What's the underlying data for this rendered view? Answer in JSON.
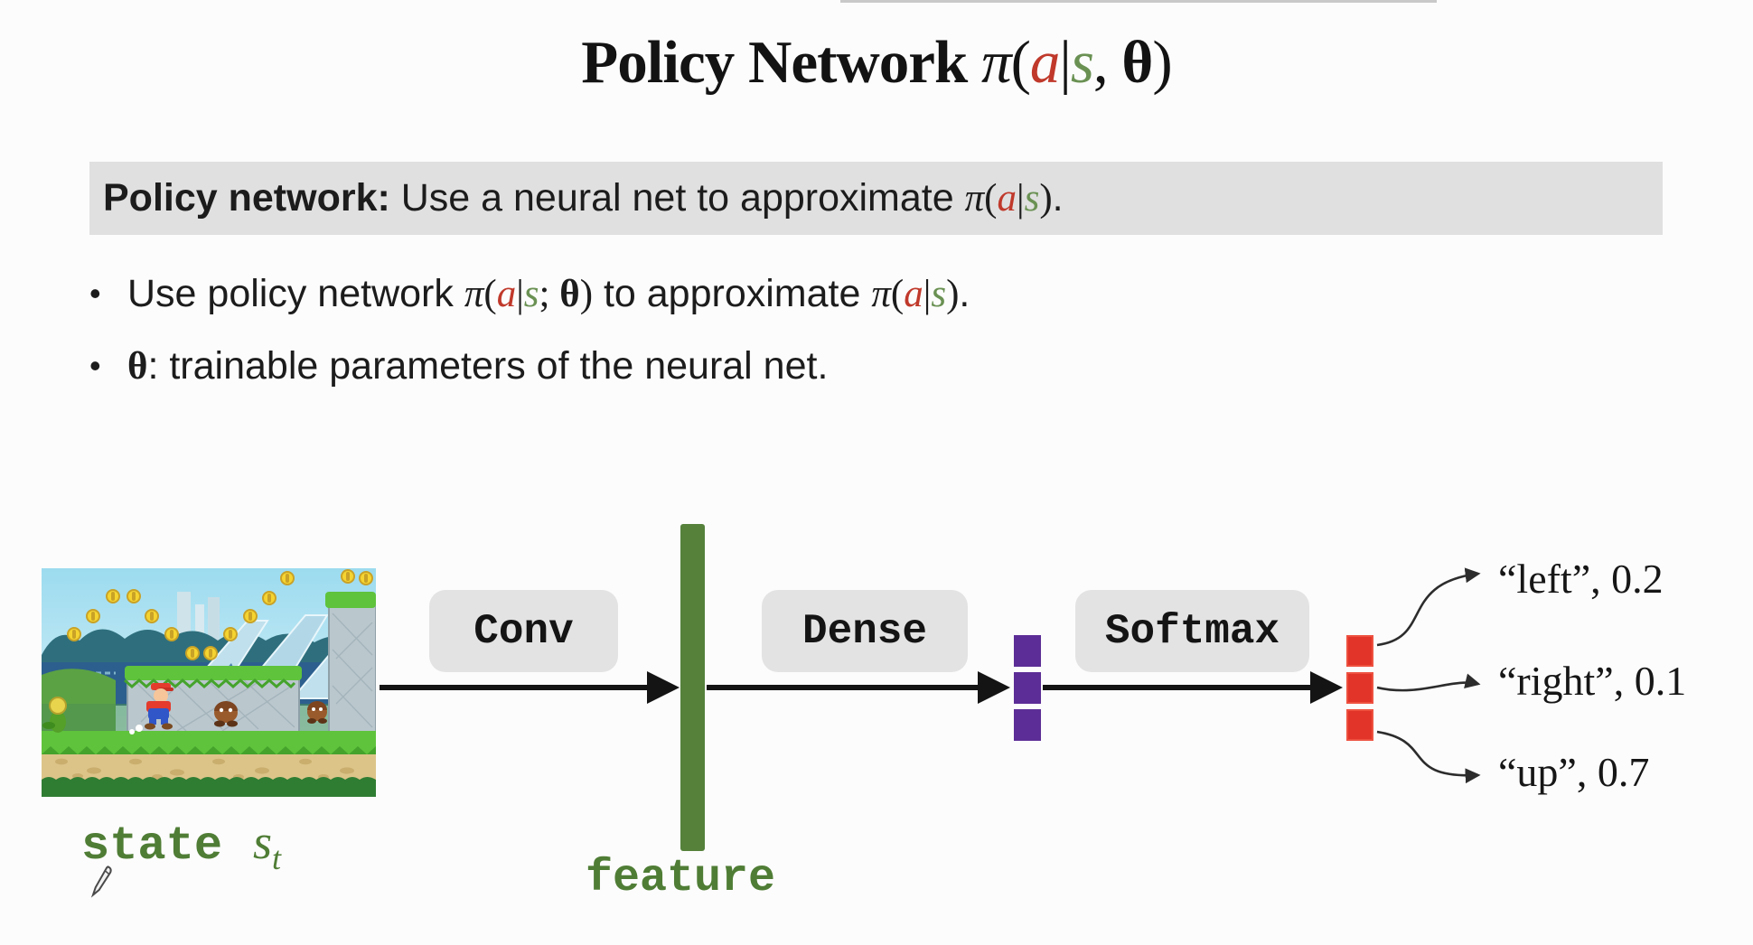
{
  "title": {
    "text": "Policy Network",
    "pi": "π",
    "lp": "(",
    "a": "a",
    "bar": "|",
    "s": "s",
    "comma": ", ",
    "theta": "θ",
    "rp": ")"
  },
  "highlight": {
    "bold": "Policy network:",
    "body": " Use a neural net to approximate ",
    "pi": "π",
    "lp": "(",
    "a": "a",
    "bar": "|",
    "s": "s",
    "rp": ")",
    "period": "."
  },
  "bullets": {
    "b1": {
      "dot": "•",
      "t1": "Use policy network ",
      "pi1": "π",
      "lp1": "(",
      "a1": "a",
      "bar1": "|",
      "s1": "s",
      "semi": "; ",
      "theta": "θ",
      "rp1": ")",
      "t2": " to approximate ",
      "pi2": "π",
      "lp2": "(",
      "a2": "a",
      "bar2": "|",
      "s2": "s",
      "rp2": ")",
      "period": "."
    },
    "b2": {
      "dot": "•",
      "theta": "θ",
      "t1": ": trainable parameters of the neural net."
    }
  },
  "diagram": {
    "state_word": "state",
    "state_var": "s",
    "state_sub": "t",
    "conv_label": "Conv",
    "dense_label": "Dense",
    "softmax_label": "Softmax",
    "feature_label": "feature",
    "outputs": [
      {
        "label": "“left”, 0.2"
      },
      {
        "label": "“right”, 0.1"
      },
      {
        "label": "“up”, 0.7"
      }
    ]
  },
  "colors": {
    "action_red": "#c0392b",
    "state_green": "#6a9153",
    "feature_bar_green": "#55813b",
    "hidden_vector_purple": "#5c2d96",
    "output_vector_red": "#e23428",
    "box_gray": "#e3e3e3",
    "highlight_gray": "#e0e0e0"
  }
}
